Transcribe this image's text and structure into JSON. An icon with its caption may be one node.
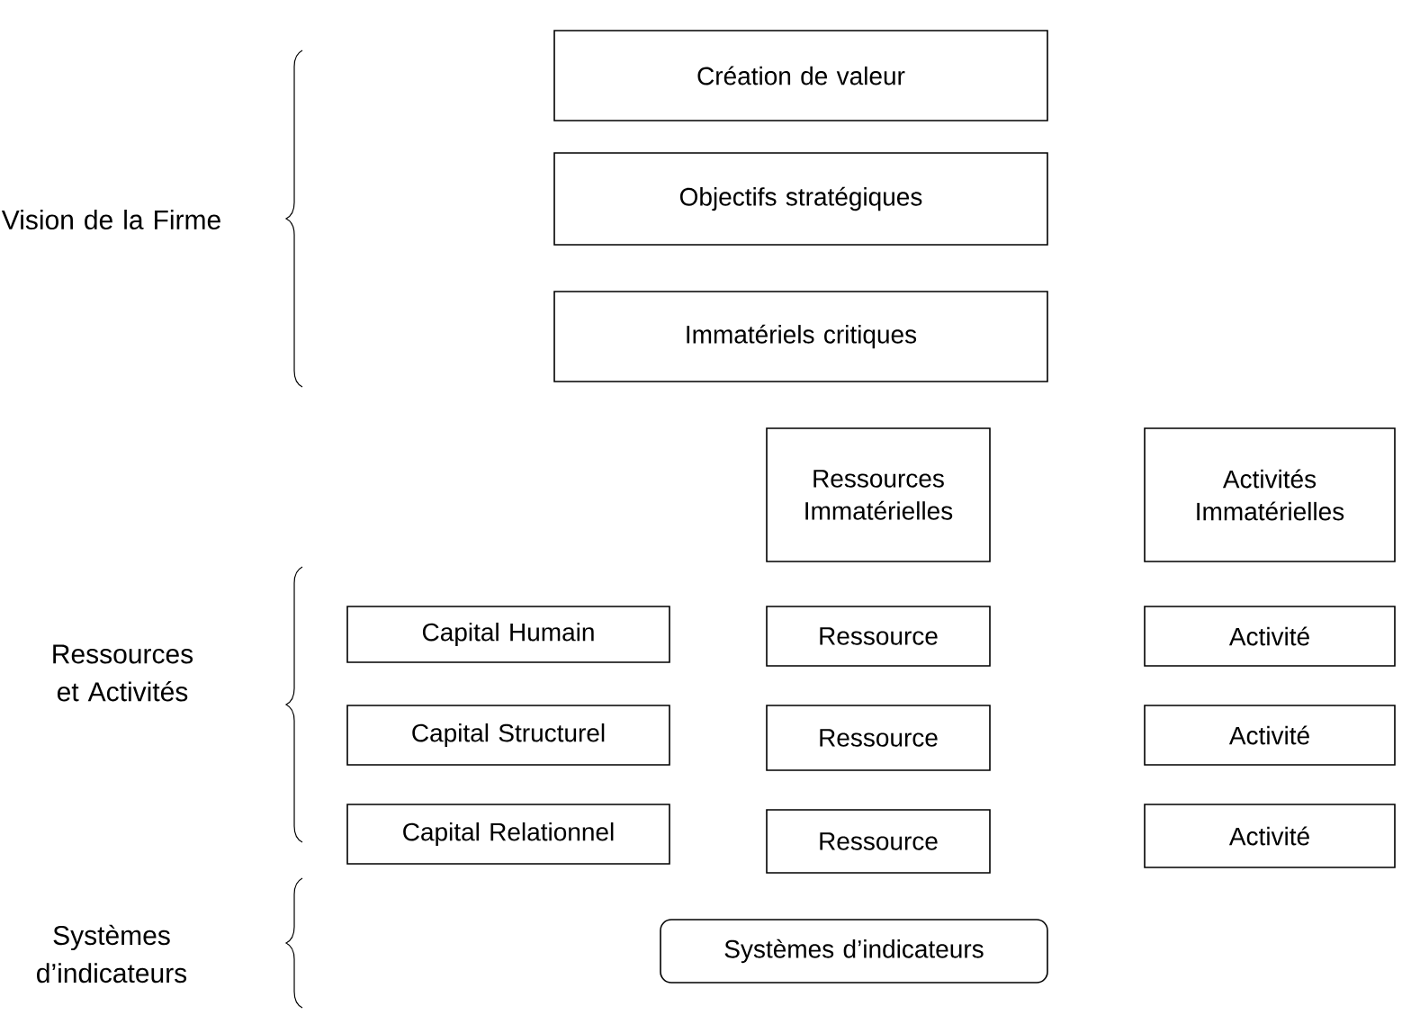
{
  "diagram": {
    "nodes": [
      {
        "text": [
          "Création de valeur"
        ]
      },
      {
        "text": [
          "Objectifs stratégiques"
        ]
      },
      {
        "text": [
          "Immatériels critiques"
        ]
      },
      {
        "text": [
          "Ressources Immatérielles"
        ]
      },
      {
        "text": [
          "Activités Immatérielles"
        ]
      },
      {
        "text": [
          "Capital Humain"
        ]
      },
      {
        "text": [
          "Ressource"
        ]
      },
      {
        "text": [
          "Activité"
        ]
      },
      {
        "text": [
          "Capital Structurel"
        ]
      },
      {
        "text": [
          "Ressource"
        ]
      },
      {
        "text": [
          "Activité"
        ]
      },
      {
        "text": [
          "Capital Relationnel"
        ]
      },
      {
        "text": [
          "Ressource"
        ]
      },
      {
        "text": [
          "Activité"
        ]
      },
      {
        "text": [
          "Systèmes d’indicateurs"
        ]
      }
    ],
    "labels": [
      "Vision de la Firme",
      "Ressources et Activités",
      "Systèmes d’indicateurs"
    ]
  }
}
